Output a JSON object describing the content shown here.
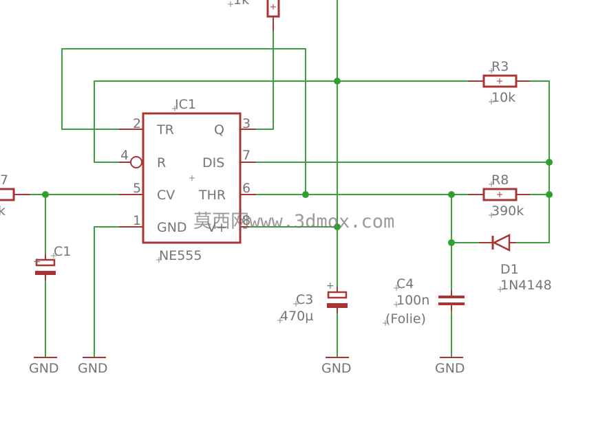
{
  "colors": {
    "wire": "#3f9f3f",
    "part": "#a83434",
    "text": "#757575"
  },
  "ic1": {
    "name": "IC1",
    "value": "NE555",
    "pins": {
      "tr": "TR",
      "q": "Q",
      "r": "R",
      "dis": "DIS",
      "cv": "CV",
      "thr": "THR",
      "gnd": "GND",
      "vplus": "V+",
      "n2": "2",
      "n3": "3",
      "n4": "4",
      "n7": "7",
      "n5": "5",
      "n6": "6",
      "n1": "1",
      "n8": "8"
    }
  },
  "r3": {
    "name": "R3",
    "value": "10k"
  },
  "r8": {
    "name": "R8",
    "value": "390k"
  },
  "d1": {
    "name": "D1",
    "value": "1N4148"
  },
  "c1": {
    "name": "C1"
  },
  "c3": {
    "name": "C3",
    "value": "470µ"
  },
  "c4": {
    "name": "C4",
    "value": "100n",
    "note": "(Folie)"
  },
  "partial": {
    "top_resistor_value": "1k",
    "left_resistor_name": "7",
    "left_resistor_value": "k"
  },
  "gnd_labels": [
    "GND",
    "GND",
    "GND",
    "GND"
  ],
  "watermark": "莫西网www.3dmox.com"
}
